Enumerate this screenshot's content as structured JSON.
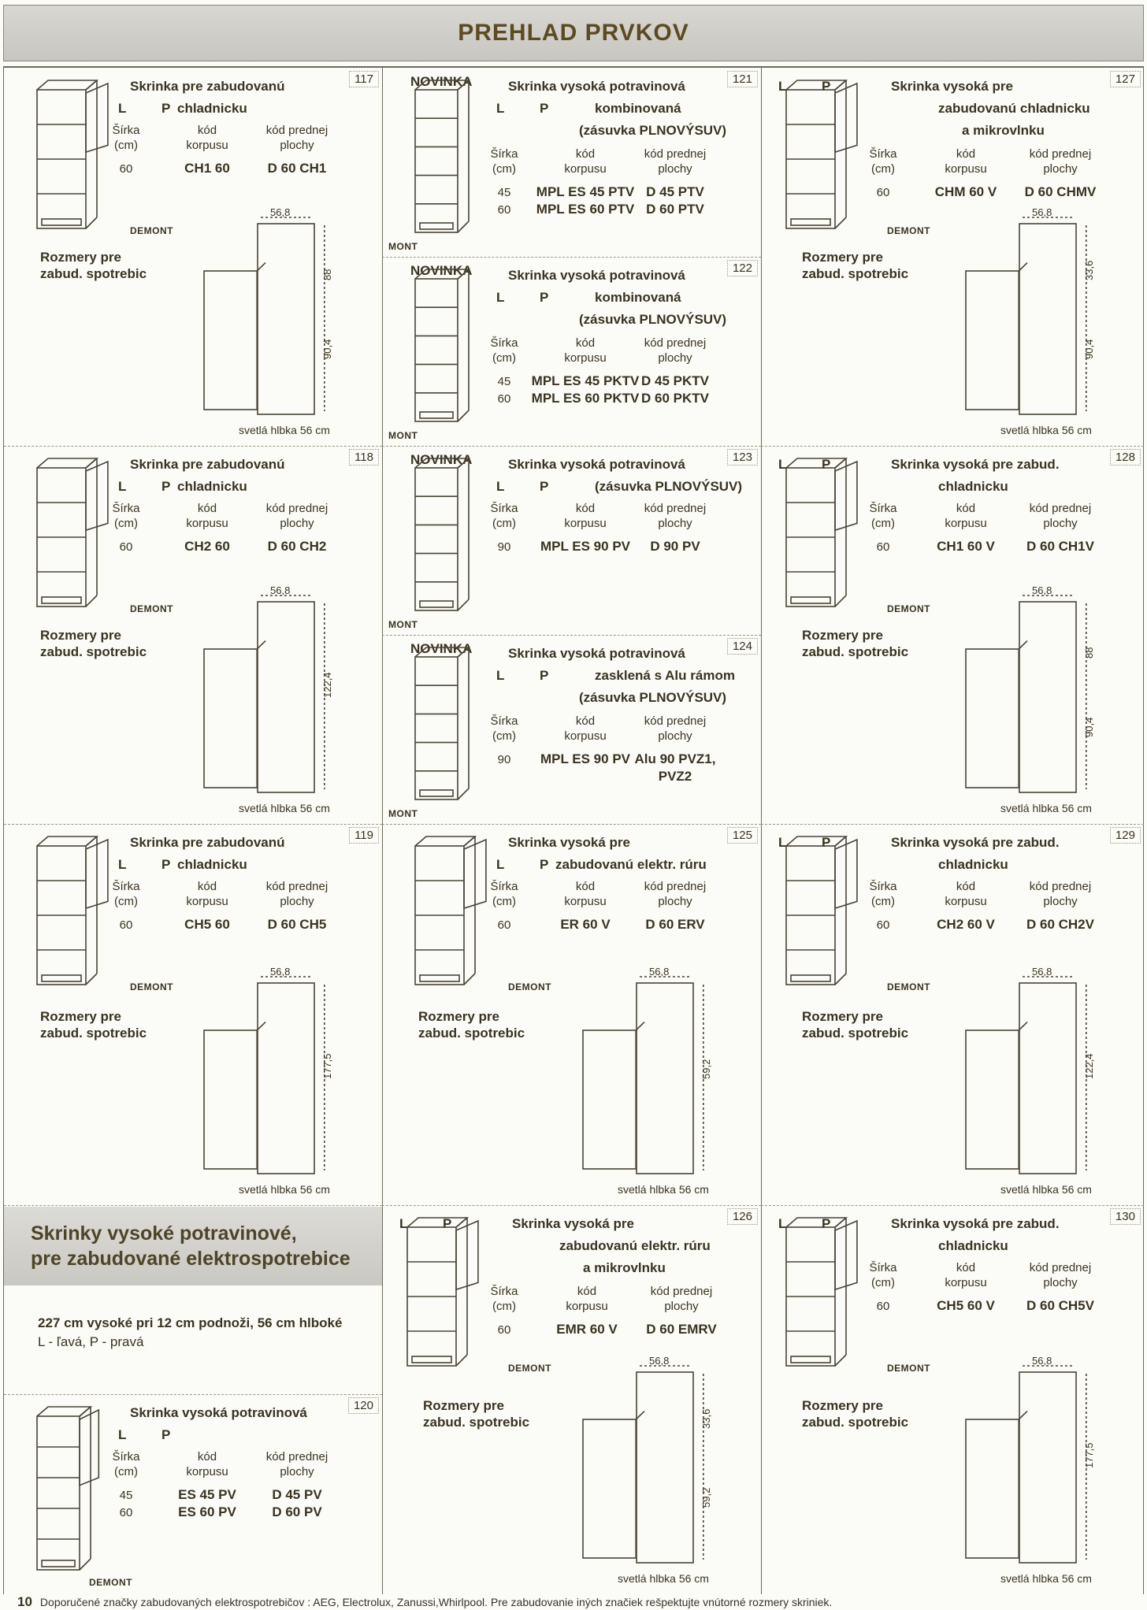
{
  "header": {
    "title": "PREHLAD PRVKOV"
  },
  "labels": {
    "demont": "DEMONT",
    "mont": "MONT",
    "novinka": "NOVINKA",
    "rozmery": "Rozmery pre\nzabud. spotrebic",
    "svetla": "svetlá hlbka   56 cm",
    "L": "L",
    "P": "P",
    "h_sirka": "Šírka\n(cm)",
    "h_kod": "kód\nkorpusu",
    "h_predna": "kód prednej\nplochy",
    "dim_depth": "56,8"
  },
  "banner": {
    "line1": "Skrinky vysoké potravinové,",
    "line2": "pre zabudované elektrospotrebice"
  },
  "info": {
    "line1": "227 cm vysoké pri 12 cm podnoži, 56 cm hlboké",
    "line2": "L - ľavá, P - pravá"
  },
  "footer": {
    "page": "10",
    "text": "Doporučené značky zabudovaných elektrospotrebičov : AEG, Electrolux, Zanussi,Whirlpool.  Pre zabudovanie iných značiek rešpektujte vnútorné rozmery skriniek."
  },
  "items": [
    {
      "num": "117",
      "t1": "Skrinka pre zabudovanú",
      "t2": "chladnicku",
      "t3": "",
      "w": "60",
      "k": "CH1 60",
      "f": "D 60 CH1",
      "w2": "",
      "k2": "",
      "f2": "",
      "dims": [
        "88",
        "90,4"
      ]
    },
    {
      "num": "118",
      "t1": "Skrinka pre zabudovanú",
      "t2": "chladnicku",
      "t3": "",
      "w": "60",
      "k": "CH2 60",
      "f": "D 60 CH2",
      "w2": "",
      "k2": "",
      "f2": "",
      "dims": [
        "122,4"
      ]
    },
    {
      "num": "119",
      "t1": "Skrinka pre zabudovanú",
      "t2": "chladnicku",
      "t3": "",
      "w": "60",
      "k": "CH5 60",
      "f": "D 60 CH5",
      "w2": "",
      "k2": "",
      "f2": "",
      "dims": [
        "177,5"
      ]
    },
    {
      "num": "120",
      "t1": "Skrinka vysoká potravinová",
      "t2": "",
      "t3": "",
      "w": "45",
      "k": "ES 45 PV",
      "f": "D 45 PV",
      "w2": "60",
      "k2": "ES 60 PV",
      "f2": "D 60 PV",
      "dims": []
    },
    {
      "num": "121",
      "t1": "Skrinka vysoká potravinová",
      "t2": "kombinovaná",
      "t3": "(zásuvka PLNOVÝSUV)",
      "w": "45",
      "k": "MPL ES 45 PTV",
      "f": "D 45 PTV",
      "w2": "60",
      "k2": "MPL ES 60 PTV",
      "f2": "D 60 PTV",
      "dims": []
    },
    {
      "num": "122",
      "t1": "Skrinka vysoká potravinová",
      "t2": "kombinovaná",
      "t3": "(zásuvka PLNOVÝSUV)",
      "w": "45",
      "k": "MPL ES 45 PKTV",
      "f": "D 45 PKTV",
      "w2": "60",
      "k2": "MPL ES 60 PKTV",
      "f2": "D 60 PKTV",
      "dims": []
    },
    {
      "num": "123",
      "t1": "Skrinka vysoká potravinová",
      "t2": "(zásuvka PLNOVÝSUV)",
      "t3": "",
      "w": "90",
      "k": "MPL ES 90 PV",
      "f": "D 90 PV",
      "w2": "",
      "k2": "",
      "f2": "",
      "dims": []
    },
    {
      "num": "124",
      "t1": "Skrinka vysoká potravinová",
      "t2": "zasklená s Alu rámom",
      "t3": "(zásuvka PLNOVÝSUV)",
      "w": "90",
      "k": "MPL ES 90 PV",
      "f": "Alu 90 PVZ1,",
      "w2": "",
      "k2": "",
      "f2": "PVZ2",
      "dims": []
    },
    {
      "num": "125",
      "t1": "Skrinka vysoká pre",
      "t2": "zabudovanú elektr. rúru",
      "t3": "",
      "w": "60",
      "k": "ER 60 V",
      "f": "D 60 ERV",
      "w2": "",
      "k2": "",
      "f2": "",
      "dims": [
        "59,2"
      ]
    },
    {
      "num": "126",
      "t1": "Skrinka vysoká pre",
      "t2": "zabudovanú elektr. rúru",
      "t3": "a mikrovlnku",
      "w": "60",
      "k": "EMR 60 V",
      "f": "D 60 EMRV",
      "w2": "",
      "k2": "",
      "f2": "",
      "dims": [
        "33,6",
        "59,2"
      ]
    },
    {
      "num": "127",
      "t1": "Skrinka vysoká pre",
      "t2": "zabudovanú chladnicku",
      "t3": "a mikrovlnku",
      "w": "60",
      "k": "CHM 60 V",
      "f": "D 60 CHMV",
      "w2": "",
      "k2": "",
      "f2": "",
      "dims": [
        "33,6",
        "90,4"
      ]
    },
    {
      "num": "128",
      "t1": "Skrinka vysoká pre zabud.",
      "t2": "chladnicku",
      "t3": "",
      "w": "60",
      "k": "CH1 60 V",
      "f": "D 60 CH1V",
      "w2": "",
      "k2": "",
      "f2": "",
      "dims": [
        "88",
        "90,4"
      ]
    },
    {
      "num": "129",
      "t1": "Skrinka vysoká pre zabud.",
      "t2": "chladnicku",
      "t3": "",
      "w": "60",
      "k": "CH2 60 V",
      "f": "D 60 CH2V",
      "w2": "",
      "k2": "",
      "f2": "",
      "dims": [
        "122,4"
      ]
    },
    {
      "num": "130",
      "t1": "Skrinka vysoká pre zabud.",
      "t2": "chladnicku",
      "t3": "",
      "w": "60",
      "k": "CH5 60 V",
      "f": "D 60 CH5V",
      "w2": "",
      "k2": "",
      "f2": "",
      "dims": [
        "177,5"
      ]
    }
  ]
}
